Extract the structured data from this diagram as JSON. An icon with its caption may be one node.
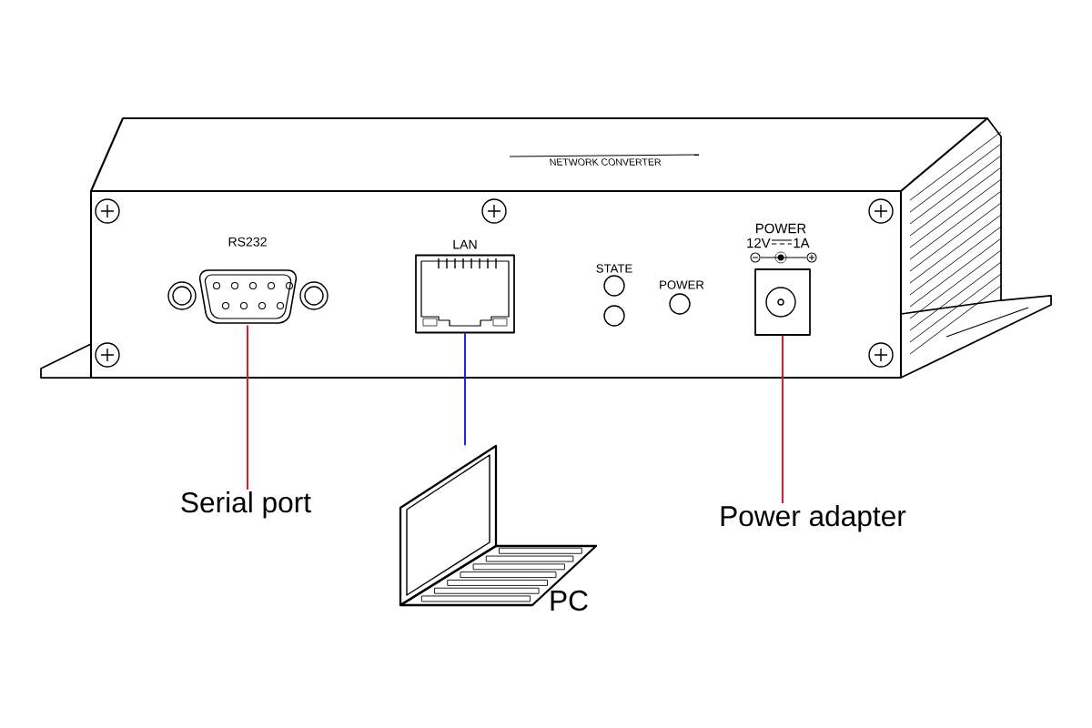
{
  "diagram": {
    "nodes": [
      {
        "text": [
          "Serial port"
        ]
      },
      {
        "text": [
          "RS232"
        ]
      },
      {
        "text": [
          "LAN"
        ]
      },
      {
        "text": [
          "PC"
        ]
      },
      {
        "text": [
          "POWER",
          "12V",
          "1A"
        ]
      },
      {
        "text": [
          "Power adapter"
        ]
      }
    ],
    "edges": [
      {
        "from": 1,
        "to": 0,
        "arrow": "none"
      },
      {
        "from": 2,
        "to": 3,
        "arrow": "none",
        "color": "#1a1ae6"
      },
      {
        "from": 4,
        "to": 5,
        "arrow": "none"
      }
    ],
    "labels": [
      "NETWORK CONVERTER",
      "STATE",
      "POWER"
    ]
  }
}
